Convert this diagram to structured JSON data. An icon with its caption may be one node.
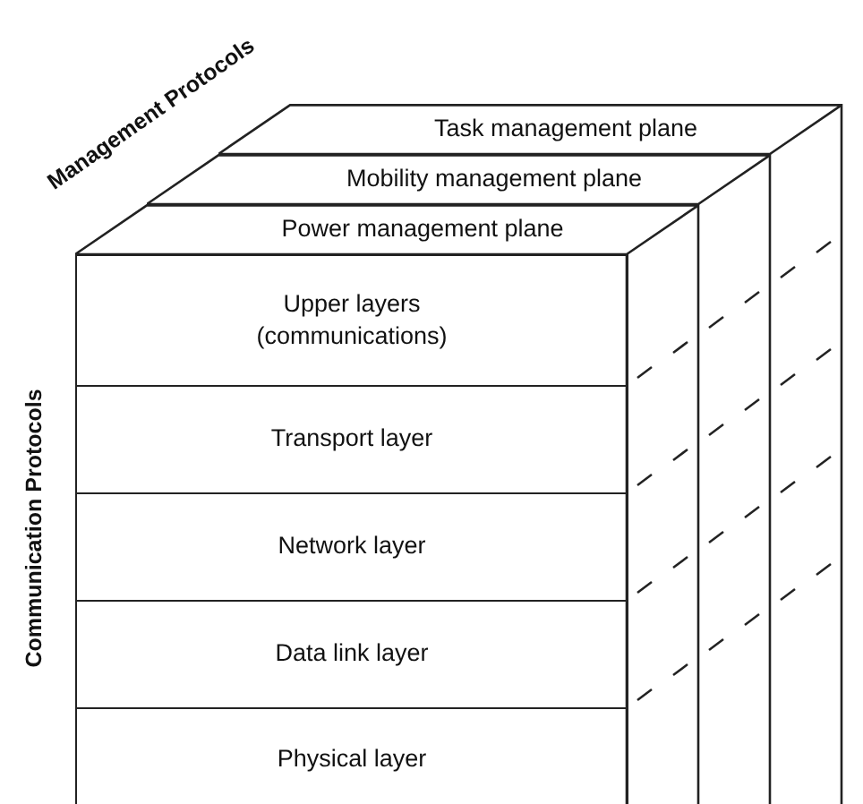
{
  "diagram": {
    "nodes": [
      {
        "text": [
          "Task management plane"
        ]
      },
      {
        "text": [
          "Mobility management plane"
        ]
      },
      {
        "text": [
          "Power management plane"
        ]
      },
      {
        "text": [
          "Upper layers (communications)"
        ]
      },
      {
        "text": [
          "Transport layer"
        ]
      },
      {
        "text": [
          "Network layer"
        ]
      },
      {
        "text": [
          "Data link layer"
        ]
      },
      {
        "text": [
          "Physical layer"
        ]
      }
    ],
    "labels": [
      "Management Protocols",
      "Communication Protocols"
    ]
  }
}
